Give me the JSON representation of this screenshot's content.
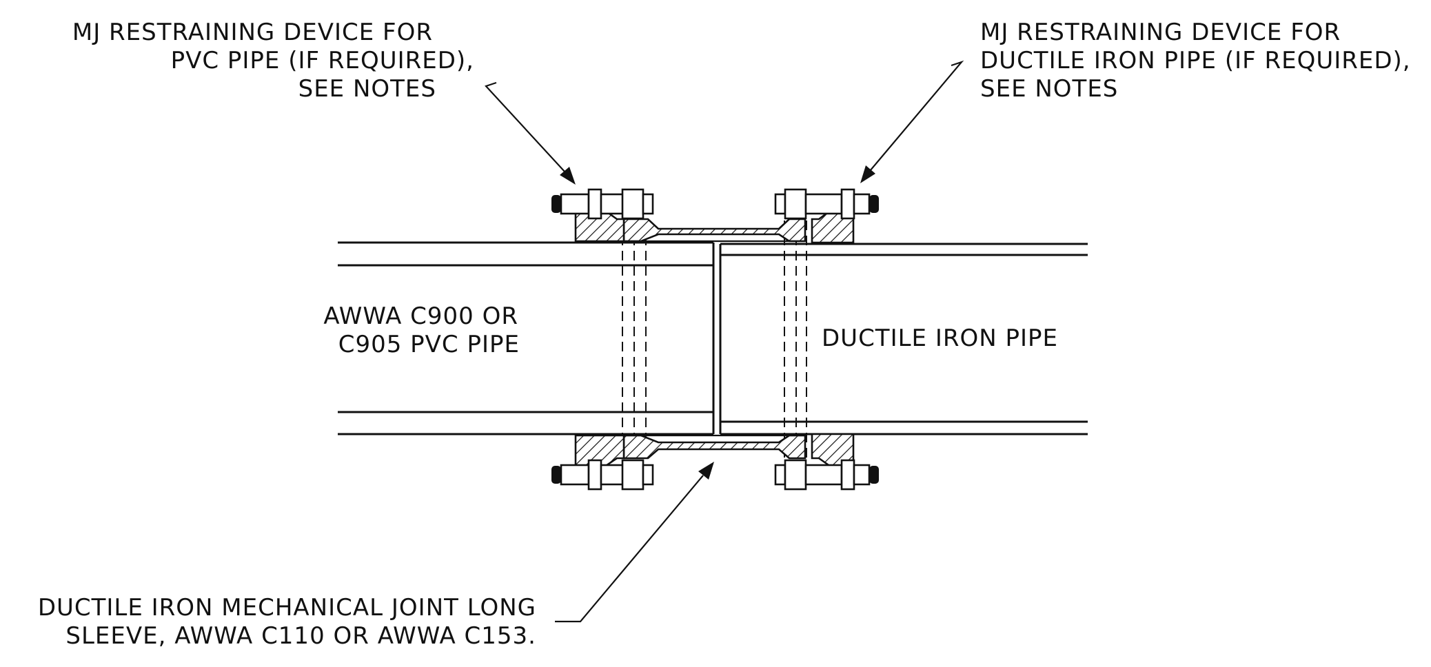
{
  "labels": {
    "top_left": [
      "MJ RESTRAINING DEVICE FOR",
      "PVC PIPE (IF REQUIRED),",
      "SEE NOTES"
    ],
    "top_right": [
      "MJ RESTRAINING DEVICE FOR",
      "DUCTILE IRON PIPE (IF REQUIRED),",
      "SEE NOTES"
    ],
    "left_pipe": [
      "AWWA C900 OR",
      "C905 PVC PIPE"
    ],
    "right_pipe": [
      "DUCTILE IRON PIPE"
    ],
    "bottom": [
      "DUCTILE IRON MECHANICAL JOINT LONG",
      "SLEEVE, AWWA C110 OR AWWA C153."
    ]
  }
}
